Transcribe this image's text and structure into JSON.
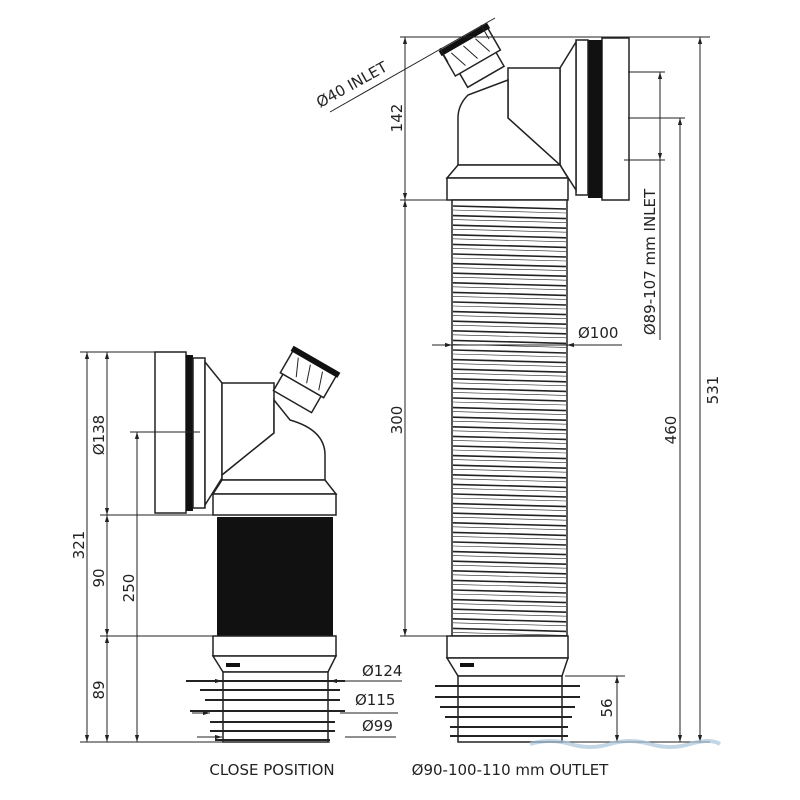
{
  "close_position": {
    "caption": "CLOSE POSITION",
    "dimensions": {
      "total_height": "321",
      "side_inlet_diameter": "Ø138",
      "flex_length": "90",
      "outlet_height": "89",
      "center_height": "250",
      "outlet_d1": "Ø124",
      "outlet_d2": "Ø115",
      "outlet_d3": "Ø99"
    }
  },
  "extended_position": {
    "caption": "Ø90-100-110 mm OUTLET",
    "dimensions": {
      "branch_inlet": "Ø40 INLET",
      "head_height": "142",
      "flex_length": "300",
      "flex_diameter": "Ø100",
      "pan_inlet": "Ø89-107 mm INLET",
      "center_height": "460",
      "total_height": "531",
      "spigot_height": "56"
    }
  },
  "colors": {
    "line": "#222222",
    "flex_closed": "#111111",
    "watermark": "#a8c4dc"
  }
}
